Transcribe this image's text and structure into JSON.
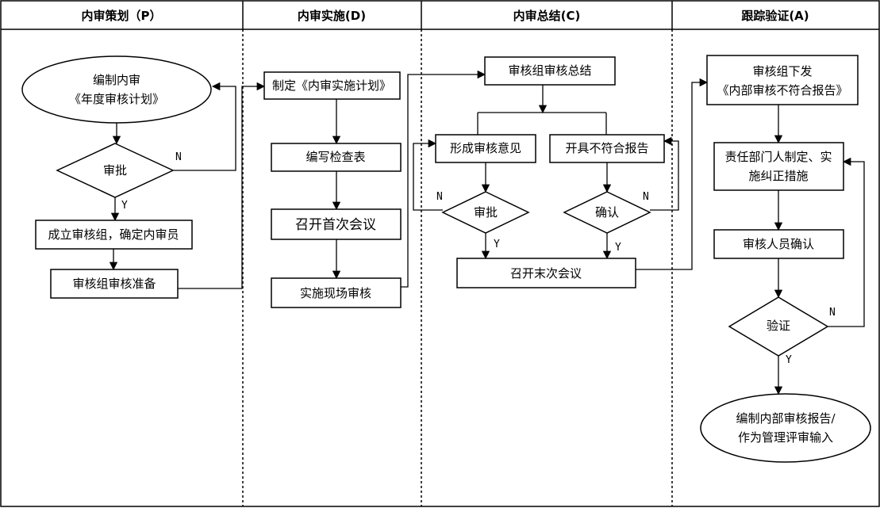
{
  "lanes": [
    {
      "title": "内审策划（P）"
    },
    {
      "title": "内审实施(D)"
    },
    {
      "title": "内审总结(C)"
    },
    {
      "title": "跟踪验证(A)"
    }
  ],
  "nodes": {
    "plan_annual": {
      "line1": "编制内审",
      "line2": "《年度审核计划》"
    },
    "approve_p": {
      "label": "审批"
    },
    "form_team": {
      "label": "成立审核组，确定内审员"
    },
    "team_prepare": {
      "label": "审核组审核准备"
    },
    "impl_plan": {
      "label": "制定《内审实施计划》"
    },
    "checklist": {
      "label": "编写检查表"
    },
    "first_meeting": {
      "label": "召开首次会议"
    },
    "onsite_audit": {
      "label": "实施现场审核"
    },
    "summary": {
      "label": "审核组审核总结"
    },
    "opinion": {
      "label": "形成审核意见"
    },
    "nc_report": {
      "label": "开具不符合报告"
    },
    "approve_c": {
      "label": "审批"
    },
    "confirm": {
      "label": "确认"
    },
    "last_meeting": {
      "label": "召开末次会议"
    },
    "issue_nc": {
      "line1": "审核组下发",
      "line2": "《内部审核不符合报告》"
    },
    "corrective": {
      "line1": "责任部门人制定、实",
      "line2": "施纠正措施"
    },
    "auditor_confirm": {
      "label": "审核人员确认"
    },
    "verify": {
      "label": "验证"
    },
    "final_report": {
      "line1": "编制内部审核报告/",
      "line2": "作为管理评审输入"
    }
  },
  "branch": {
    "yes": "Y",
    "no": "N"
  }
}
